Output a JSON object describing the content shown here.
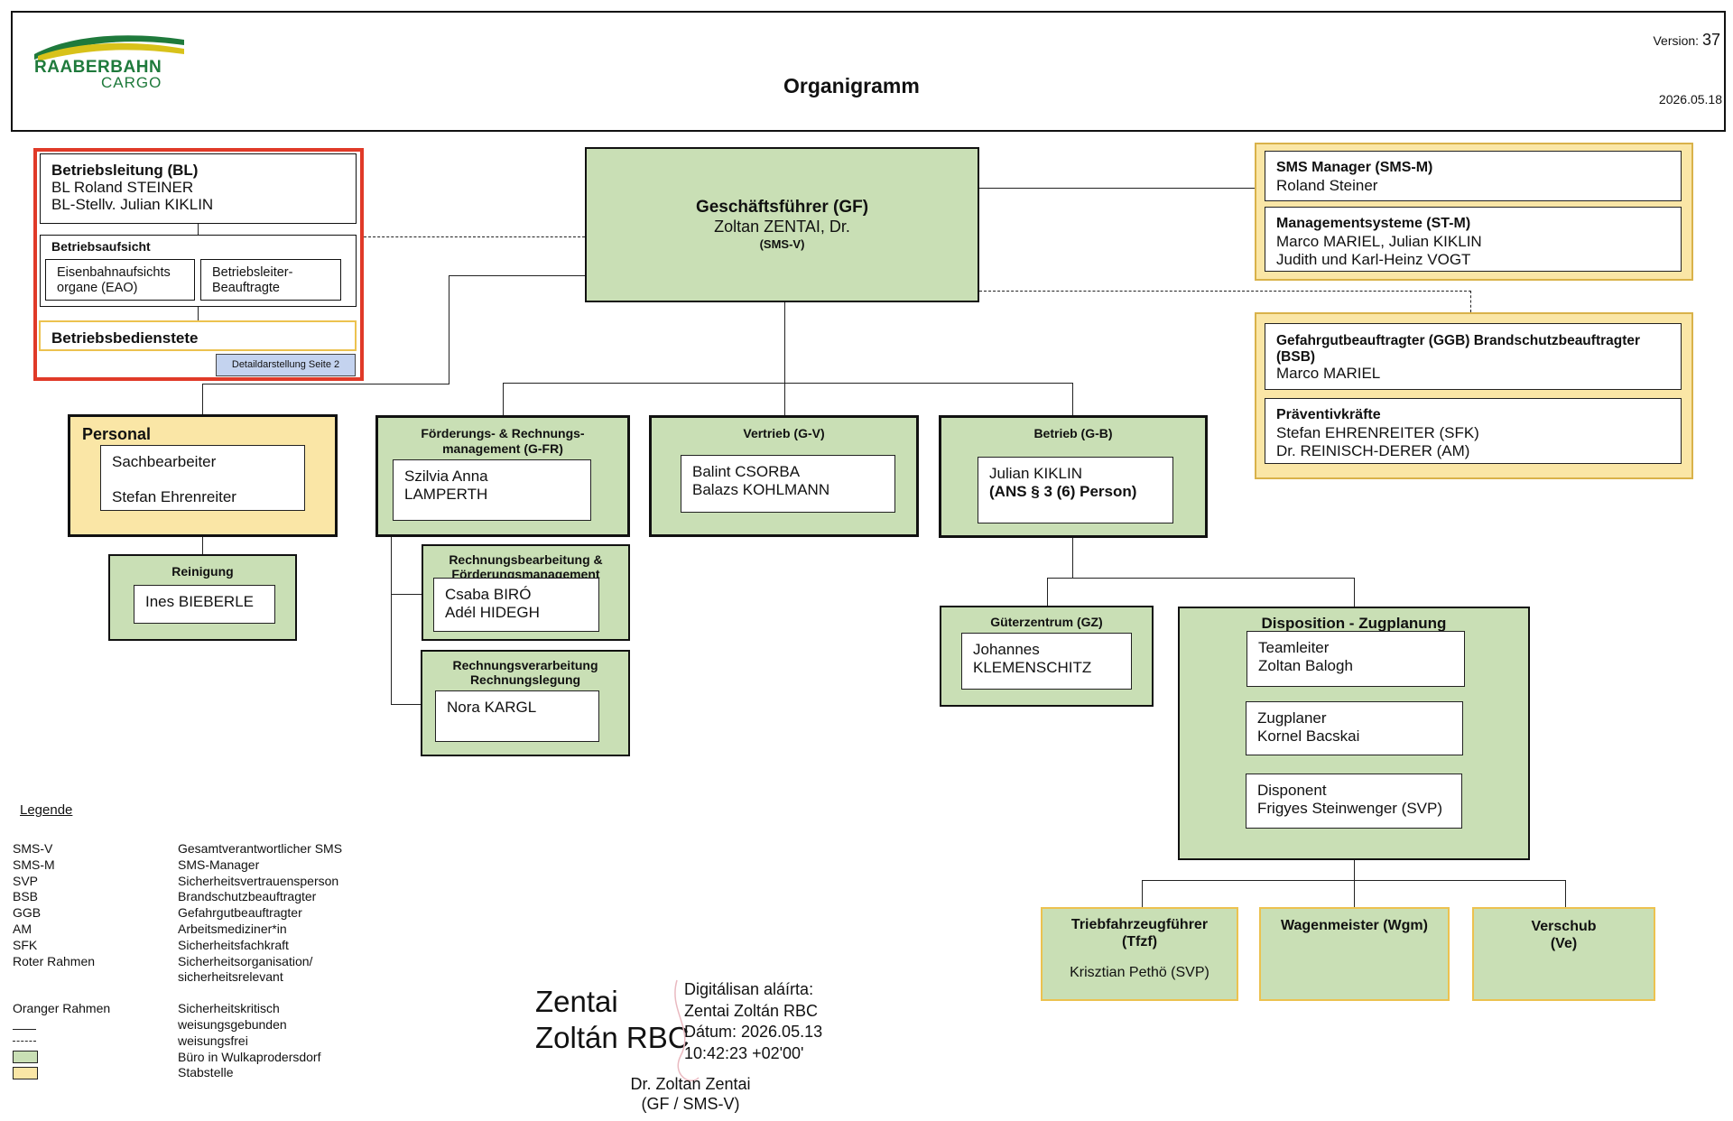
{
  "header": {
    "logo_main": "RAABERBAHN",
    "logo_sub": "CARGO",
    "title": "Organigramm",
    "version_label": "Version:",
    "version_number": "37",
    "date": "2026.05.18"
  },
  "colors": {
    "green": "#c9dfb5",
    "yellow": "#fae6a6",
    "red_frame": "#e03a28",
    "yellow_frame": "#ecc24f"
  },
  "bl": {
    "title": "Betriebsleitung (BL)",
    "line1": "BL Roland STEINER",
    "line2": "BL-Stellv. Julian KIKLIN",
    "aufsicht": "Betriebsaufsicht",
    "eao1": "Eisenbahnaufsichts",
    "eao2": "organe (EAO)",
    "bb1": "Betriebsleiter-",
    "bb2": "Beauftragte",
    "bedienstete": "Betriebsbedienstete",
    "detail": "Detaildarstellung Seite 2"
  },
  "gf": {
    "title": "Geschäftsführer (GF)",
    "name": "Zoltan ZENTAI, Dr.",
    "role": "(SMS-V)"
  },
  "sms": {
    "m_title": "SMS Manager (SMS-M)",
    "m_name": "Roland Steiner",
    "st_title": "Managementsysteme (ST-M)",
    "st_line1": "Marco MARIEL, Julian KIKLIN",
    "st_line2": "Judith und Karl-Heinz VOGT"
  },
  "ggb": {
    "title1": "Gefahrgutbeauftragter (GGB) Brandschutzbeauftragter",
    "title2": "(BSB)",
    "name": "Marco MARIEL",
    "prev_title": "Präventivkräfte",
    "prev_line1": "Stefan EHRENREITER (SFK)",
    "prev_line2": "Dr. REINISCH-DERER (AM)"
  },
  "personal": {
    "title": "Personal",
    "line1": "Sachbearbeiter",
    "line2": "Stefan Ehrenreiter"
  },
  "reinigung": {
    "title": "Reinigung",
    "name": "Ines BIEBERLE"
  },
  "gfr": {
    "title1": "Förderungs- & Rechnungs-",
    "title2": "management (G-FR)",
    "line1": "Szilvia Anna",
    "line2": "LAMPERTH"
  },
  "rb": {
    "title1": "Rechnungsbearbeitung &",
    "title2": "Förderungsmanagement",
    "line1": "Csaba BIRÓ",
    "line2": "Adél HIDEGH"
  },
  "rv": {
    "title1": "Rechnungsverarbeitung",
    "title2": "Rechnungslegung",
    "name": "Nora KARGL"
  },
  "vertrieb": {
    "title": "Vertrieb (G-V)",
    "line1": "Balint CSORBA",
    "line2": "Balazs KOHLMANN"
  },
  "betrieb": {
    "title": "Betrieb (G-B)",
    "line1": "Julian KIKLIN",
    "line2": "(ANS § 3 (6) Person)"
  },
  "gz": {
    "title": "Güterzentrum (GZ)",
    "line1": "Johannes",
    "line2": "KLEMENSCHITZ"
  },
  "dispo": {
    "title": "Disposition - Zugplanung",
    "tl1": "Teamleiter",
    "tl2": "Zoltan Balogh",
    "zp1": "Zugplaner",
    "zp2": "Kornel Bacskai",
    "dp1": "Disponent",
    "dp2": "Frigyes Steinwenger (SVP)"
  },
  "tfzf": {
    "title1": "Triebfahrzeugführer",
    "title2": "(Tfzf)",
    "name": "Krisztian Pethö (SVP)"
  },
  "wgm": {
    "title": "Wagenmeister (Wgm)"
  },
  "ve": {
    "title1": "Verschub",
    "title2": "(Ve)"
  },
  "legend": {
    "title": "Legende",
    "items": [
      {
        "k": "SMS-V",
        "v": "Gesamtverantwortlicher SMS"
      },
      {
        "k": "SMS-M",
        "v": "SMS-Manager"
      },
      {
        "k": "SVP",
        "v": "Sicherheitsvertrauensperson"
      },
      {
        "k": "BSB",
        "v": "Brandschutzbeauftragter"
      },
      {
        "k": "GGB",
        "v": "Gefahrgutbeauftragter"
      },
      {
        "k": "AM",
        "v": "Arbeitsmediziner*in"
      },
      {
        "k": "SFK",
        "v": "Sicherheitsfachkraft"
      },
      {
        "k": "Roter Rahmen",
        "v": "Sicherheitsorganisation/"
      },
      {
        "k": "",
        "v": "sicherheitsrelevant"
      },
      {
        "k": "Oranger Rahmen",
        "v": "Sicherheitskritisch"
      },
      {
        "k": "",
        "v": "weisungsgebunden"
      },
      {
        "k": "",
        "v": "weisungsfrei"
      },
      {
        "k": "",
        "v": "Büro in Wulkaprodersdorf"
      },
      {
        "k": "",
        "v": "Stabstelle"
      }
    ]
  },
  "signature": {
    "name1": "Zentai",
    "name2": "Zoltán RBC",
    "t1": "Digitálisan aláírta:",
    "t2": "Zentai Zoltán RBC",
    "t3": "Dátum: 2026.05.13",
    "t4": "10:42:23 +02'00'",
    "under1": "Dr. Zoltan Zentai",
    "under2": "(GF / SMS-V)"
  }
}
